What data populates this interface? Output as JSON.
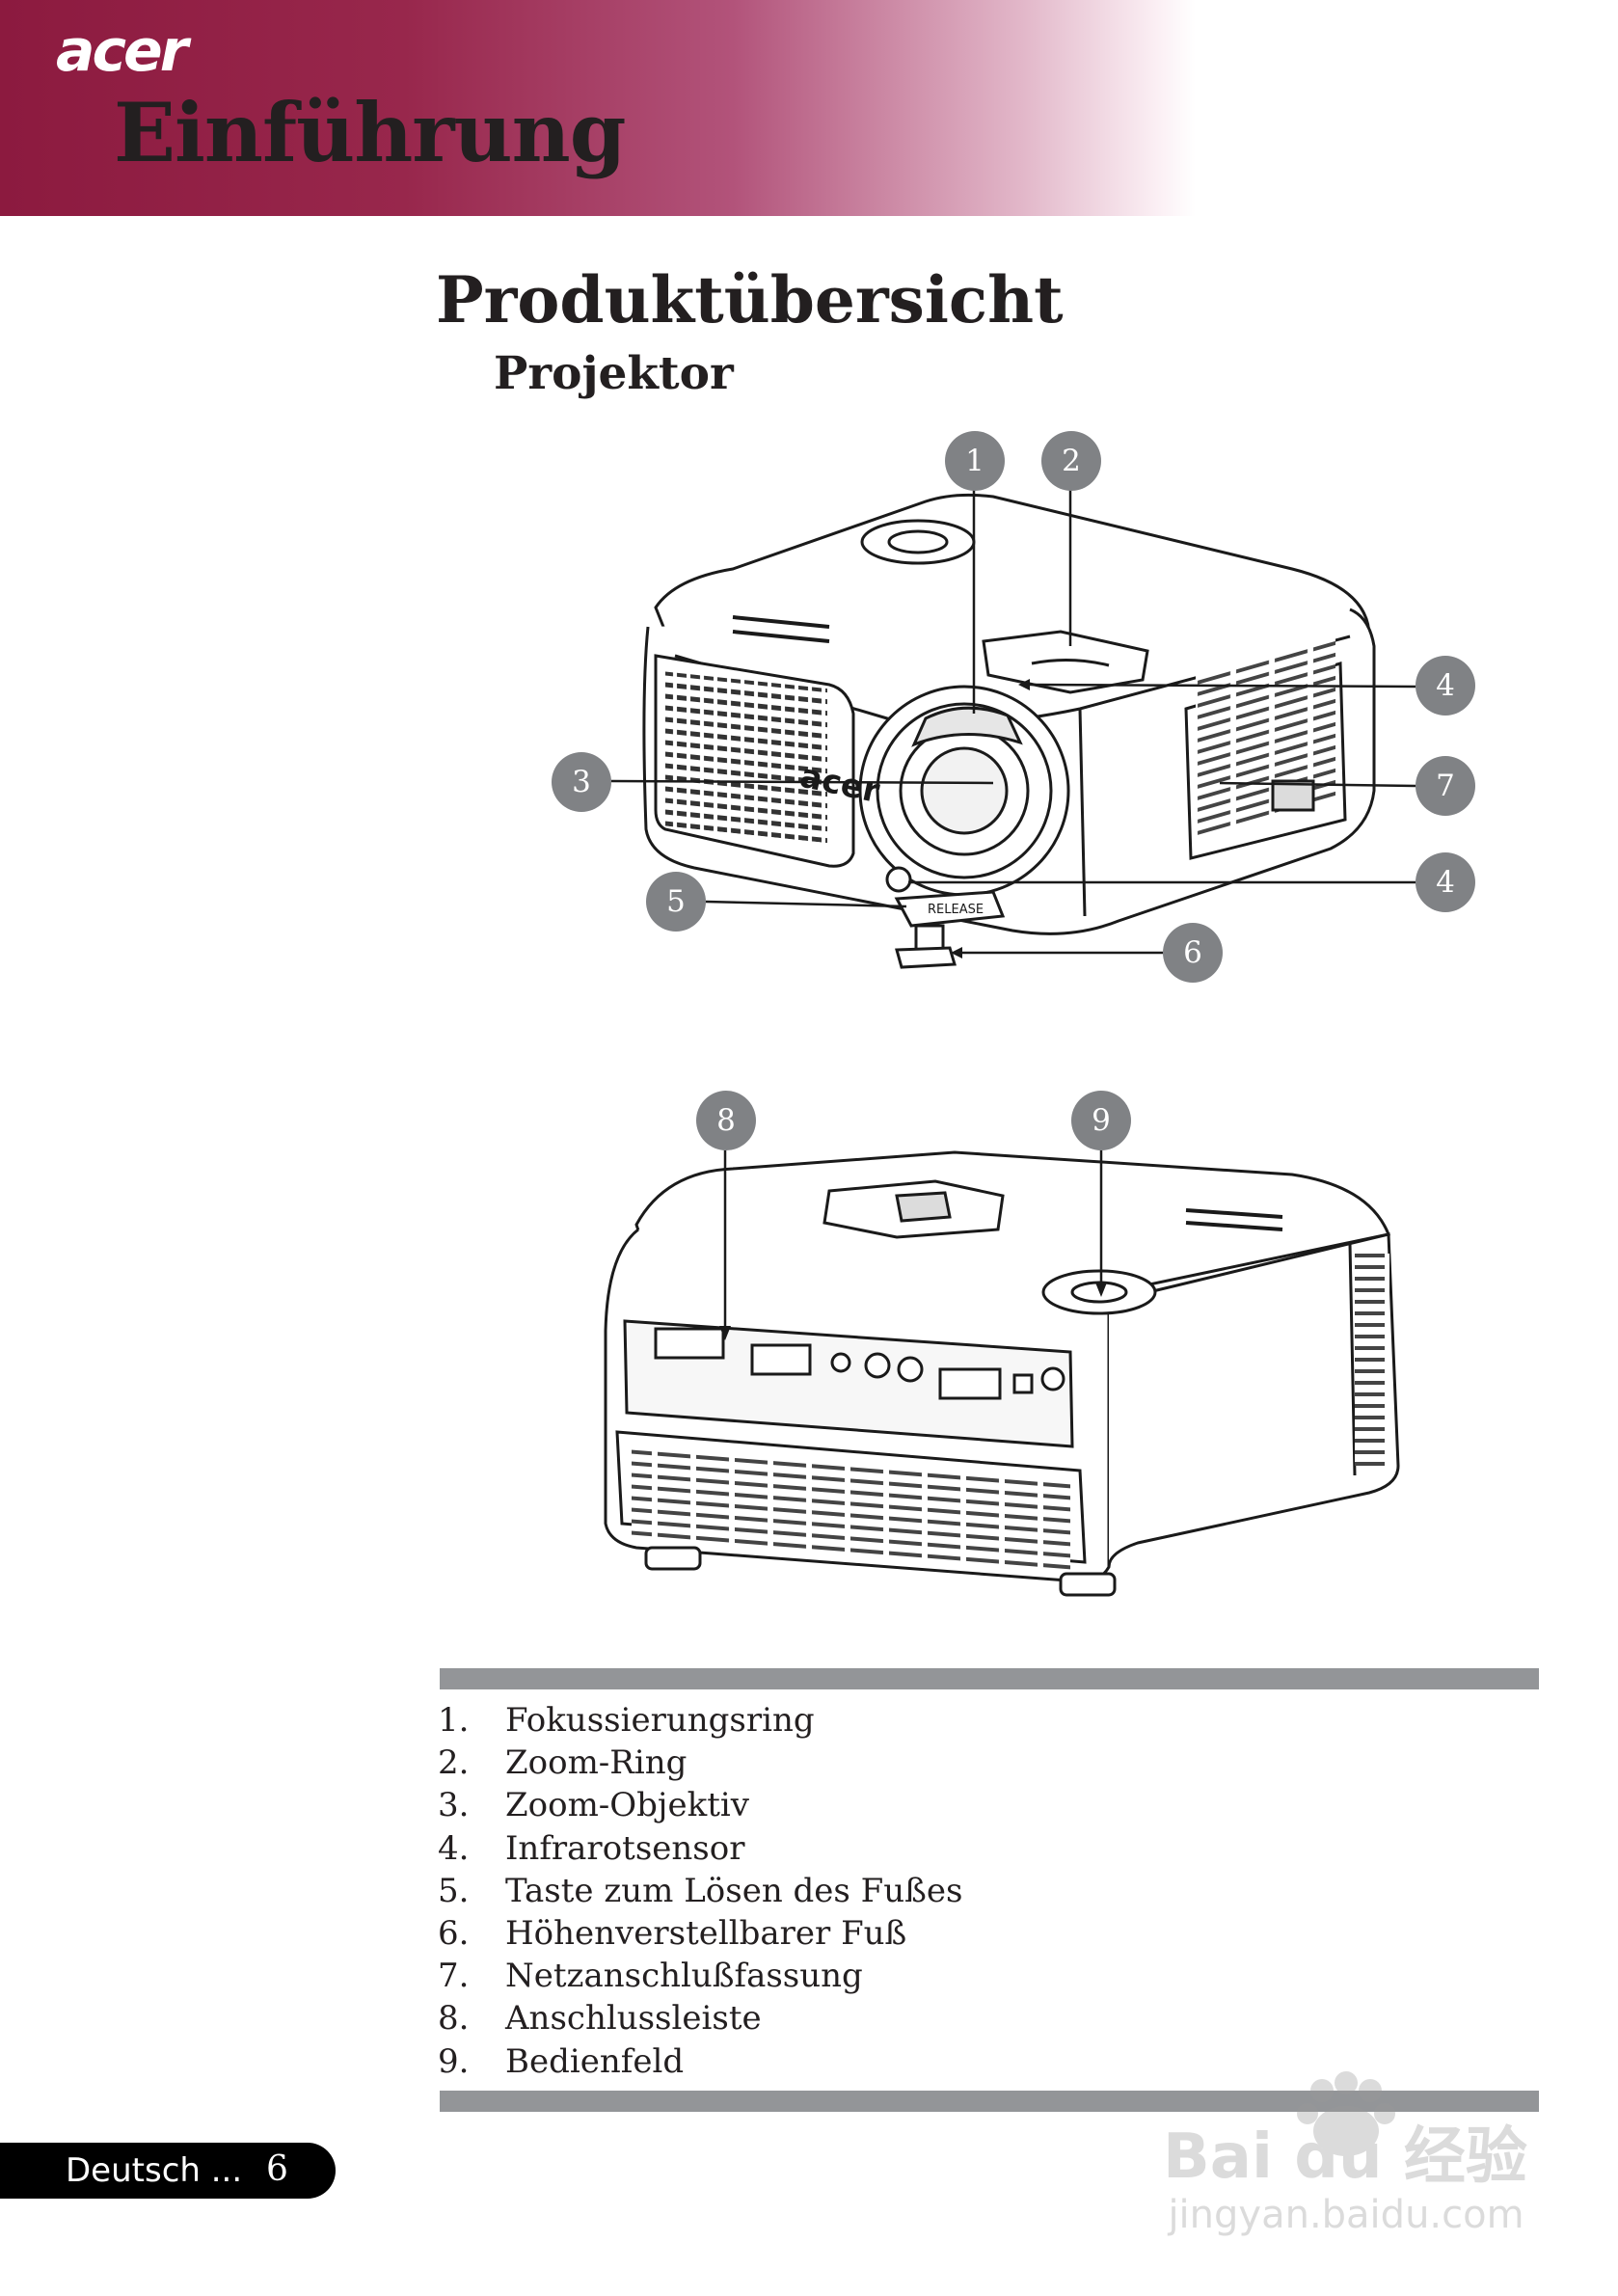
{
  "header": {
    "brand": "acer",
    "chapter_title": "Einführung",
    "accent_color": "#8c1a3f"
  },
  "page": {
    "title": "Produktübersicht",
    "section": "Projektor"
  },
  "figure": {
    "callout_color": "#808285",
    "top_view_callouts": [
      "1",
      "2",
      "3",
      "4",
      "4",
      "5",
      "6",
      "7"
    ],
    "rear_view_callouts": [
      "8",
      "9"
    ],
    "lens_logo": "acer",
    "release_button_label": "RELEASE"
  },
  "parts": [
    {
      "num": "1.",
      "label": "Fokussierungsring"
    },
    {
      "num": "2.",
      "label": "Zoom-Ring"
    },
    {
      "num": "3.",
      "label": "Zoom-Objektiv"
    },
    {
      "num": "4.",
      "label": "Infrarotsensor"
    },
    {
      "num": "5.",
      "label": "Taste zum Lösen des Fußes"
    },
    {
      "num": "6.",
      "label": "Höhenverstellbarer Fuß"
    },
    {
      "num": "7.",
      "label": "Netzanschlußfassung"
    },
    {
      "num": "8.",
      "label": "Anschlussleiste"
    },
    {
      "num": "9.",
      "label": "Bedienfeld"
    }
  ],
  "footer": {
    "language": "Deutsch ...",
    "page_number": "6"
  },
  "watermark": {
    "logo_text": "Bai du 经验",
    "url": "jingyan.baidu.com"
  }
}
